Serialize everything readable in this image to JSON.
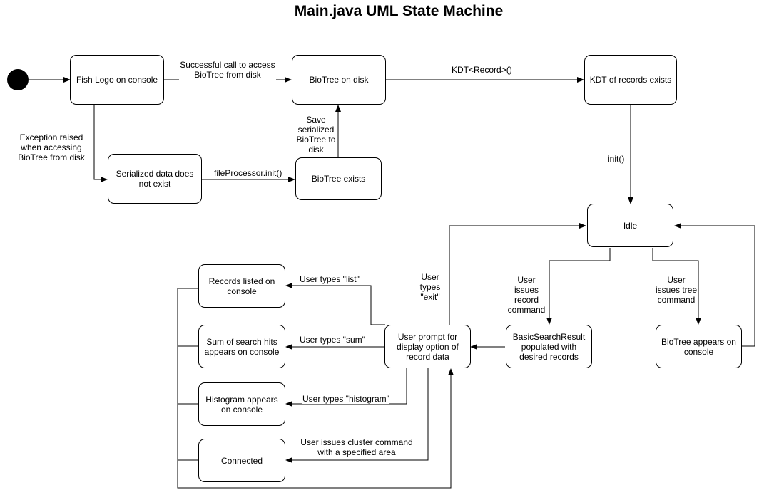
{
  "title": "Main.java UML State Machine",
  "states": {
    "fish_logo": "Fish Logo on console",
    "biotree_disk": "BioTree on disk",
    "kdt_exists": "KDT of records exists",
    "serialized_missing": "Serialized data does not exist",
    "biotree_exists": "BioTree exists",
    "idle": "Idle",
    "records_listed": "Records listed on console",
    "sum_hits": "Sum of search hits appears on console",
    "histogram": "Histogram appears on console",
    "connected": "Connected",
    "user_prompt": "User prompt for display option of record data",
    "basic_search": "BasicSearchResult populated with desired records",
    "biotree_console": "BioTree appears on console"
  },
  "transitions": {
    "access_disk": "Successful call to access BioTree from disk",
    "kdt_ctor": "KDT<Record>()",
    "exception": "Exception raised when accessing BioTree from disk",
    "save_serialized": "Save serialized BioTree to disk",
    "file_processor": "fileProcessor.init()",
    "init": "init()",
    "exit": "User types \"exit\"",
    "record_cmd": "User issues record command",
    "tree_cmd": "User issues tree command",
    "list": "User types \"list\"",
    "sum": "User types \"sum\"",
    "histogram": "User types \"histogram\"",
    "cluster": "User issues cluster command with a specified area"
  }
}
